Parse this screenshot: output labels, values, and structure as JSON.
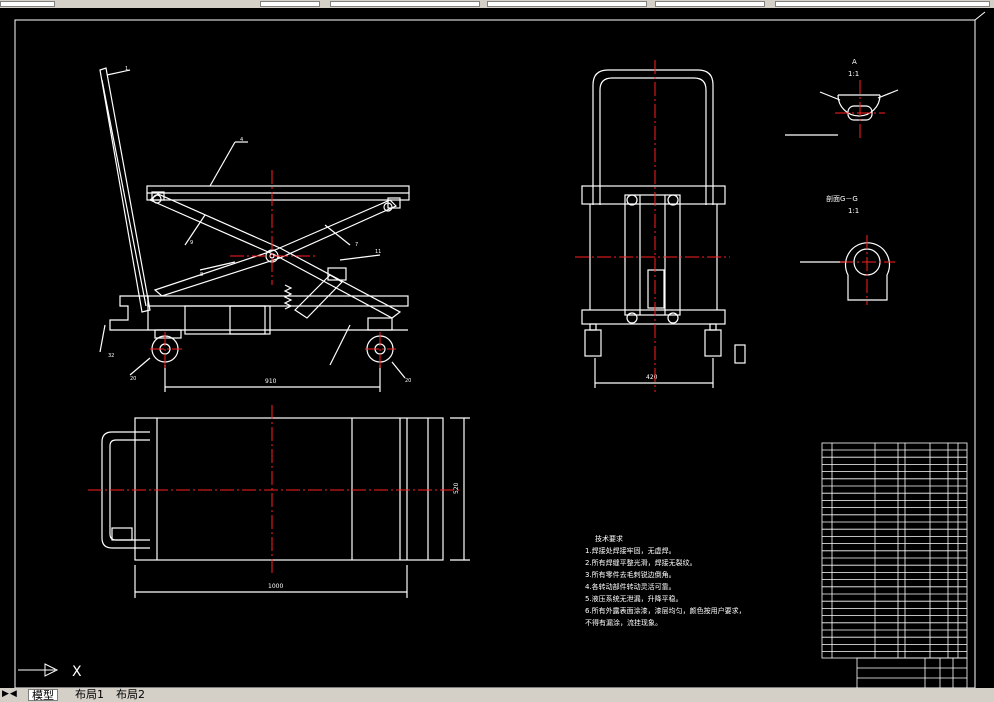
{
  "drawing": {
    "view_a_title": "A",
    "view_a_scale": "1:1",
    "section_title": "剖面G－G",
    "section_scale": "1:1",
    "dim_length_side": "910",
    "dim_width_front": "420",
    "dim_length_top": "1000",
    "dim_width_top": "520",
    "notes_title": "技术要求",
    "notes": [
      "1.焊接处焊接牢固，无虚焊。",
      "2.所有焊缝平整光滑，焊接无裂纹。",
      "3.所有零件去毛刺锐边倒角。",
      "4.各转动部件转动灵活可靠。",
      "5.液压系统无泄漏，升降平稳。",
      "6.所有外露表面涂漆，漆层均匀，颜色按用户要求，",
      "  不得有漏涂，流挂现象。"
    ],
    "axis_label": "X"
  },
  "tabs": {
    "model": "模型",
    "layout1": "布局1",
    "layout2": "布局2"
  },
  "colors": {
    "background": "#000000",
    "lines": "#ffffff",
    "centerlines": "#ff2020"
  }
}
